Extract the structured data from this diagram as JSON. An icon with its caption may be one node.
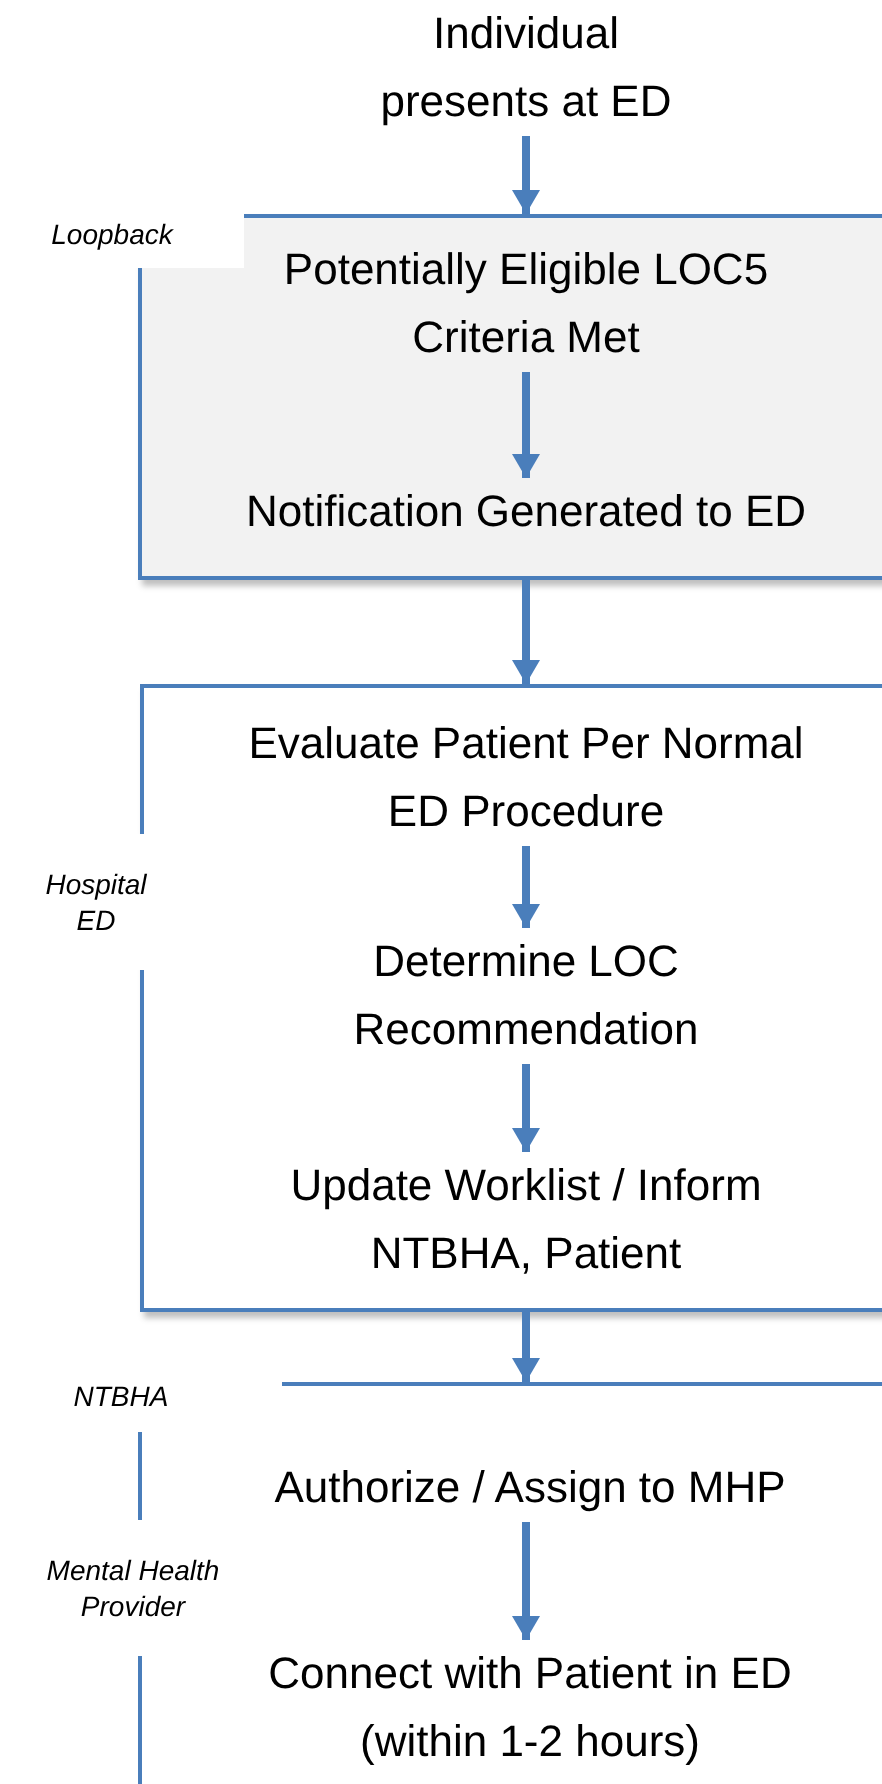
{
  "diagram": {
    "nodes": [
      {
        "text": [
          "Individual presents at ED"
        ]
      },
      {
        "text": [
          "Loopback"
        ]
      },
      {
        "text": [
          "Potentially Eligible LOC5 Criteria Met"
        ],
        "in": 1
      },
      {
        "text": [
          "Notification Generated to ED"
        ],
        "in": 1
      },
      {
        "text": [
          "Hospital ED"
        ]
      },
      {
        "text": [
          "Evaluate Patient Per Normal ED Procedure"
        ],
        "in": 4
      },
      {
        "text": [
          "Determine LOC Recommendation"
        ],
        "in": 4
      },
      {
        "text": [
          "Update Worklist / Inform NTBHA, Patient"
        ],
        "in": 4
      },
      {
        "text": [
          "NTBHA"
        ]
      },
      {
        "text": [
          "Authorize / Assign to MHP"
        ],
        "in": 8
      },
      {
        "text": [
          "Mental Health Provider"
        ]
      },
      {
        "text": [
          "Connect with Patient in ED (within 1-2 hours)"
        ],
        "in": 10
      }
    ],
    "edges": [
      {
        "from": 0,
        "to": 1,
        "arrow": "to"
      },
      {
        "from": 2,
        "to": 3,
        "arrow": "to"
      },
      {
        "from": 1,
        "to": 4,
        "arrow": "to"
      },
      {
        "from": 5,
        "to": 6,
        "arrow": "to"
      },
      {
        "from": 6,
        "to": 7,
        "arrow": "to"
      },
      {
        "from": 4,
        "to": 8,
        "arrow": "to"
      },
      {
        "from": 9,
        "to": 11,
        "arrow": "to"
      }
    ]
  }
}
